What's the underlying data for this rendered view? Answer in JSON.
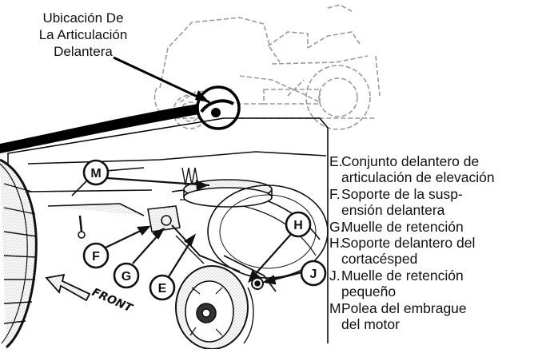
{
  "location_label": {
    "lines": [
      "Ubicación De",
      "La Articulación",
      "Delantera"
    ]
  },
  "callouts": [
    "M",
    "F",
    "G",
    "E",
    "H",
    "J"
  ],
  "front_label": "FRONT",
  "legend": [
    {
      "key": "E.",
      "lines": [
        "Conjunto delantero de",
        "articulación de elevación"
      ]
    },
    {
      "key": "F.",
      "lines": [
        "Soporte de la susp-",
        "ensión delantera"
      ]
    },
    {
      "key": "G.",
      "lines": [
        "Muelle de retención"
      ]
    },
    {
      "key": "H.",
      "lines": [
        "Soporte delantero del",
        "cortacésped"
      ]
    },
    {
      "key": "J.",
      "lines": [
        "Muelle de retención",
        "pequeño"
      ]
    },
    {
      "key": "M.",
      "lines": [
        "Polea del embrague",
        "del motor"
      ]
    }
  ],
  "colors": {
    "ink": "#111111",
    "sketch": "#9a9a9a",
    "background": "#ffffff"
  }
}
